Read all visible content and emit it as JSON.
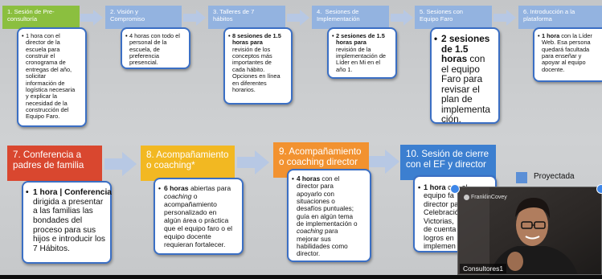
{
  "colors": {
    "green": "#8bbf3f",
    "blue_light": "#93b3e0",
    "red": "#d9472f",
    "yellow": "#f2b822",
    "orange": "#f29230",
    "blue": "#3c7fd0",
    "card_border": "#3b6fc4",
    "arrow": "#b7c8e4"
  },
  "row1": [
    {
      "header": "1. Sesión de Pre-\nconsultoría",
      "lines": [
        {
          "t": "1 hora con el",
          "b": false
        },
        {
          "t": "director de la",
          "b": false
        },
        {
          "t": "escuela para",
          "b": false
        },
        {
          "t": "construir el",
          "b": false
        },
        {
          "t": "cronograma de",
          "b": false
        },
        {
          "t": "entregas del año,",
          "b": false
        },
        {
          "t": "solicitar",
          "b": false
        },
        {
          "t": "información de",
          "b": false
        },
        {
          "t": "logística necesaria",
          "b": false
        },
        {
          "t": "y explicar la",
          "b": false
        },
        {
          "t": "necesidad de la",
          "b": false
        },
        {
          "t": "construcción del",
          "b": false
        },
        {
          "t": "Equipo Faro.",
          "b": false
        }
      ]
    },
    {
      "header": "2. Visión y\nCompromiso",
      "lines": [
        {
          "t": "4 horas con todo el",
          "b": false
        },
        {
          "t": "personal de la",
          "b": false
        },
        {
          "t": "escuela, de",
          "b": false
        },
        {
          "t": "preferencia",
          "b": false
        },
        {
          "t": "presencial.",
          "b": false
        }
      ]
    },
    {
      "header": "3. Talleres de 7\nhábitos",
      "lines": [
        {
          "t": "8 sesiones de 1.5",
          "b": true
        },
        {
          "t": "horas para",
          "b": "horas"
        },
        {
          "t": "revisión de los",
          "b": false
        },
        {
          "t": "conceptos más",
          "b": false
        },
        {
          "t": "importantes de",
          "b": false
        },
        {
          "t": "cada hábito.",
          "b": false
        },
        {
          "t": "Opciones en línea",
          "b": false
        },
        {
          "t": "en diferentes",
          "b": false
        },
        {
          "t": "horarios.",
          "b": false
        }
      ]
    },
    {
      "header": "4.  Sesiones de\nImplementación",
      "lines": [
        {
          "t": "2 sesiones de 1.5",
          "b": true
        },
        {
          "t": "horas para",
          "b": "horas"
        },
        {
          "t": "revisión de la",
          "b": false
        },
        {
          "t": "implementación de",
          "b": false
        },
        {
          "t": "Líder en Mi en el",
          "b": false
        },
        {
          "t": "año 1.",
          "b": false
        }
      ]
    },
    {
      "header": "5. Sesiones con\nEquipo Faro",
      "lines": [
        {
          "t": "2 sesiones",
          "b": true
        },
        {
          "t": "de 1.5",
          "b": true
        },
        {
          "t": "horas con",
          "b": "horas"
        },
        {
          "t": "el equipo",
          "b": false
        },
        {
          "t": "Faro para",
          "b": false
        },
        {
          "t": "revisar el",
          "b": false
        },
        {
          "t": "plan de",
          "b": false
        },
        {
          "t": "implementa",
          "b": false
        },
        {
          "t": "ción.",
          "b": false
        }
      ]
    },
    {
      "header": "6. Introducción a la\nplataforma",
      "lines": [
        {
          "t": "1 hora con la Líder",
          "b": "1 hora"
        },
        {
          "t": "Web.  Esa persona",
          "b": false
        },
        {
          "t": "quedará facultada",
          "b": false
        },
        {
          "t": "para enseñar y",
          "b": false
        },
        {
          "t": "apoyar al equipo",
          "b": false
        },
        {
          "t": "docente.",
          "b": false
        }
      ]
    }
  ],
  "row2": [
    {
      "header": "7. Conferencia a\npadres de familia",
      "lines": [
        {
          "t": "1 hora | Conferencia",
          "b": true
        },
        {
          "t": "dirigida a presentar",
          "b": false
        },
        {
          "t": "a las familias las",
          "b": false
        },
        {
          "t": "bondades del",
          "b": false
        },
        {
          "t": "proceso para sus",
          "b": false
        },
        {
          "t": "hijos e introducir los",
          "b": false
        },
        {
          "t": "7 Hábitos.",
          "b": false
        }
      ]
    },
    {
      "header": "8. Acompañamiento\no coaching*",
      "lines": [
        {
          "t": "6 horas abiertas para",
          "b": "6 horas"
        },
        {
          "t": "coaching o",
          "b": false,
          "i": "coaching"
        },
        {
          "t": "acompañamiento",
          "b": false
        },
        {
          "t": "personalizado en",
          "b": false
        },
        {
          "t": "algún área o práctica",
          "b": false
        },
        {
          "t": "que el equipo faro o el",
          "b": false
        },
        {
          "t": "equipo docente",
          "b": false
        },
        {
          "t": "requieran fortalecer.",
          "b": false
        }
      ]
    },
    {
      "header": "9. Acompañamiento\no coaching director",
      "lines": [
        {
          "t": "4 horas con el",
          "b": "4 horas"
        },
        {
          "t": "director para",
          "b": false
        },
        {
          "t": "apoyarlo con",
          "b": false
        },
        {
          "t": "situaciones o",
          "b": false
        },
        {
          "t": "desafíos puntuales;",
          "b": false
        },
        {
          "t": "guía en algún tema",
          "b": false
        },
        {
          "t": "de implementación o",
          "b": false
        },
        {
          "t": "coaching para",
          "b": false,
          "i": "coaching"
        },
        {
          "t": "mejorar sus",
          "b": false
        },
        {
          "t": "habilidades como",
          "b": false
        },
        {
          "t": "director.",
          "b": false
        }
      ]
    },
    {
      "header": "10. Sesión de cierre\ncon el EF y director",
      "lines": [
        {
          "t": "1 hora con el",
          "b": "1 hora"
        },
        {
          "t": "equipo fa",
          "b": false
        },
        {
          "t": "director pa",
          "b": false
        },
        {
          "t": "Celebració",
          "b": false
        },
        {
          "t": "Victorias,",
          "b": false
        },
        {
          "t": "de cuenta",
          "b": false
        },
        {
          "t": "logros en",
          "b": false
        },
        {
          "t": "implemen",
          "b": false
        }
      ]
    }
  ],
  "legend": {
    "label": "Proyectada"
  },
  "video": {
    "participant_name": "Consultores1",
    "watermark": "FranklinCovey"
  }
}
